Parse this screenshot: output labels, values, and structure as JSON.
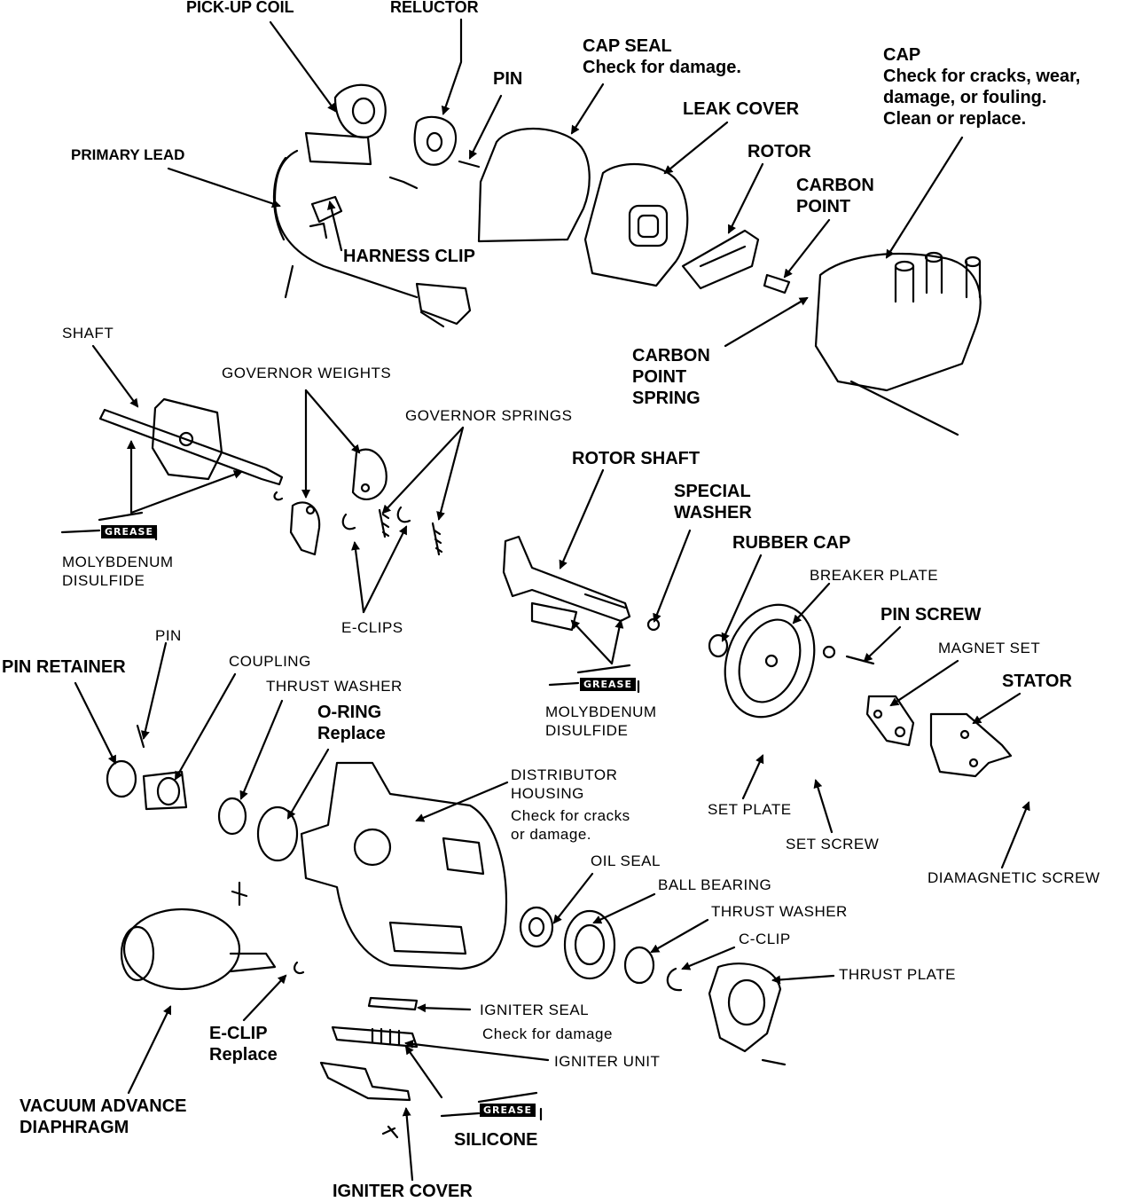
{
  "labels": {
    "pickup_coil": "PICK-UP COIL",
    "reluctor": "RELUCTOR",
    "cap_seal": "CAP SEAL\nCheck for damage.",
    "pin_top": "PIN",
    "cap": "CAP\nCheck for cracks, wear,\ndamage, or fouling.\nClean or replace.",
    "primary_lead": "PRIMARY LEAD",
    "leak_cover": "LEAK COVER",
    "rotor": "ROTOR",
    "carbon_point": "CARBON\nPOINT",
    "harness_clip": "HARNESS CLIP",
    "carbon_point_spring": "CARBON\nPOINT\nSPRING",
    "shaft": "SHAFT",
    "governor_weights": "GOVERNOR WEIGHTS",
    "governor_springs": "GOVERNOR SPRINGS",
    "moly_1": "MOLYBDENUM\nDISULFIDE",
    "e_clips": "E-CLIPS",
    "rotor_shaft": "ROTOR SHAFT",
    "special_washer": "SPECIAL\nWASHER",
    "rubber_cap": "RUBBER CAP",
    "breaker_plate": "BREAKER PLATE",
    "pin_screw": "PIN SCREW",
    "magnet_set": "MAGNET SET",
    "stator": "STATOR",
    "moly_2": "MOLYBDENUM\nDISULFIDE",
    "pin_retainer": "PIN RETAINER",
    "pin_mid": "PIN",
    "coupling": "COUPLING",
    "thrust_washer_1": "THRUST WASHER",
    "o_ring": "O-RING\nReplace",
    "distributor_housing_title": "DISTRIBUTOR\nHOUSING",
    "distributor_housing_note": "Check for cracks\nor damage.",
    "set_plate": "SET PLATE",
    "set_screw": "SET SCREW",
    "diamagnetic_screw": "DIAMAGNETIC SCREW",
    "oil_seal": "OIL SEAL",
    "ball_bearing": "BALL BEARING",
    "thrust_washer_2": "THRUST WASHER",
    "c_clip": "C-CLIP",
    "thrust_plate": "THRUST PLATE",
    "igniter_seal": "IGNITER SEAL",
    "igniter_seal_note": "Check for damage",
    "igniter_unit": "IGNITER UNIT",
    "e_clip": "E-CLIP\nReplace",
    "vacuum_advance": "VACUUM ADVANCE\nDIAPHRAGM",
    "silicone": "SILICONE",
    "igniter_cover": "IGNITER COVER"
  },
  "grease_tags": [
    "GREASE",
    "GREASE",
    "GREASE"
  ]
}
